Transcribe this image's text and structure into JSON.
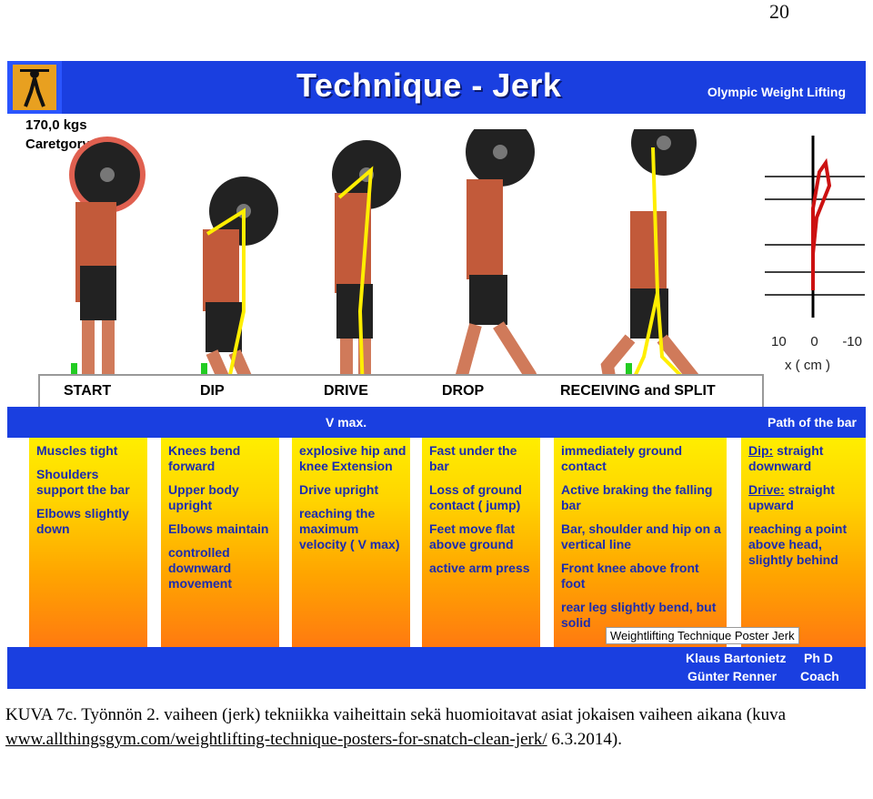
{
  "page_number": "20",
  "poster": {
    "title": "Technique - Jerk",
    "subtitle": "Olympic Weight Lifting",
    "weight": "170,0 kgs",
    "category": "Caretgory -85",
    "phases": [
      "START",
      "DIP",
      "DRIVE",
      "DROP",
      "RECEIVING and SPLIT"
    ],
    "band_vmax": "V max.",
    "band_path": "Path of the bar",
    "axis_ticks": [
      "10",
      "0",
      "-10"
    ],
    "axis_label": "x ( cm )",
    "columns": [
      {
        "items": [
          "Muscles tight",
          "Shoulders support the bar",
          "Elbows slightly down"
        ]
      },
      {
        "items": [
          "Knees bend forward",
          "Upper body upright",
          "Elbows maintain",
          "controlled downward movement"
        ]
      },
      {
        "items": [
          "explosive hip and knee Extension",
          "Drive upright",
          "reaching the maximum velocity ( V max)"
        ]
      },
      {
        "items": [
          "Fast under the bar",
          "Loss of ground contact ( jump)",
          "Feet move flat above ground",
          "active arm press"
        ]
      },
      {
        "items": [
          "immediately ground contact",
          "Active braking the falling bar",
          "Bar, shoulder and hip on a vertical line",
          "Front knee above front foot",
          "rear leg slightly bend, but solid"
        ]
      },
      {
        "items": [
          "Dip:",
          "straight downward",
          "Drive:",
          "straight upward",
          "reaching a point above head, slightly behind"
        ]
      }
    ],
    "overlay_label": "Weightlifting Technique Poster Jerk",
    "credit1_name": "Klaus Bartonietz",
    "credit1_role": "Ph D",
    "credit2_name": "Günter Renner",
    "credit2_role": "Coach"
  },
  "caption": {
    "text": "KUVA 7c. Työnnön 2. vaiheen (jerk) tekniikka vaiheittain sekä huomioitavat asiat jokaisen vaiheen aikana (kuva ",
    "link": "www.allthingsgym.com/weightlifting-technique-posters-for-snatch-clean-jerk/",
    "date": " 6.3.2014)."
  },
  "colors": {
    "blue": "#1a3fe0",
    "yellow": "#ffee00",
    "orange": "#ff7a10",
    "text_blue": "#1b2cb0",
    "marker": "#22cc22"
  }
}
